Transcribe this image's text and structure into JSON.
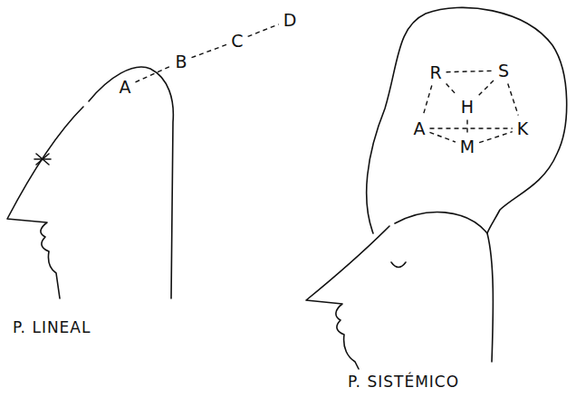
{
  "diagram": {
    "nodes": [
      {
        "text": [
          "A"
        ]
      },
      {
        "text": [
          "B"
        ]
      },
      {
        "text": [
          "C"
        ]
      },
      {
        "text": [
          "D"
        ]
      },
      {
        "text": [
          "R"
        ]
      },
      {
        "text": [
          "S"
        ]
      },
      {
        "text": [
          "H"
        ]
      },
      {
        "text": [
          "A"
        ]
      },
      {
        "text": [
          "K"
        ]
      },
      {
        "text": [
          "M"
        ]
      }
    ],
    "edges": [
      {
        "from": 0,
        "to": 1,
        "arrow": "none"
      },
      {
        "from": 1,
        "to": 2,
        "arrow": "none"
      },
      {
        "from": 2,
        "to": 3,
        "arrow": "none"
      },
      {
        "from": 4,
        "to": 5,
        "arrow": "none"
      },
      {
        "from": 4,
        "to": 6,
        "arrow": "none"
      },
      {
        "from": 5,
        "to": 6,
        "arrow": "none"
      },
      {
        "from": 4,
        "to": 7,
        "arrow": "none"
      },
      {
        "from": 5,
        "to": 8,
        "arrow": "none"
      },
      {
        "from": 7,
        "to": 8,
        "arrow": "none"
      },
      {
        "from": 6,
        "to": 9,
        "arrow": "none"
      },
      {
        "from": 7,
        "to": 9,
        "arrow": "none"
      },
      {
        "from": 9,
        "to": 8,
        "arrow": "none"
      }
    ],
    "labels": [
      "P. LINEAL",
      "P. SISTÉMICO"
    ]
  }
}
